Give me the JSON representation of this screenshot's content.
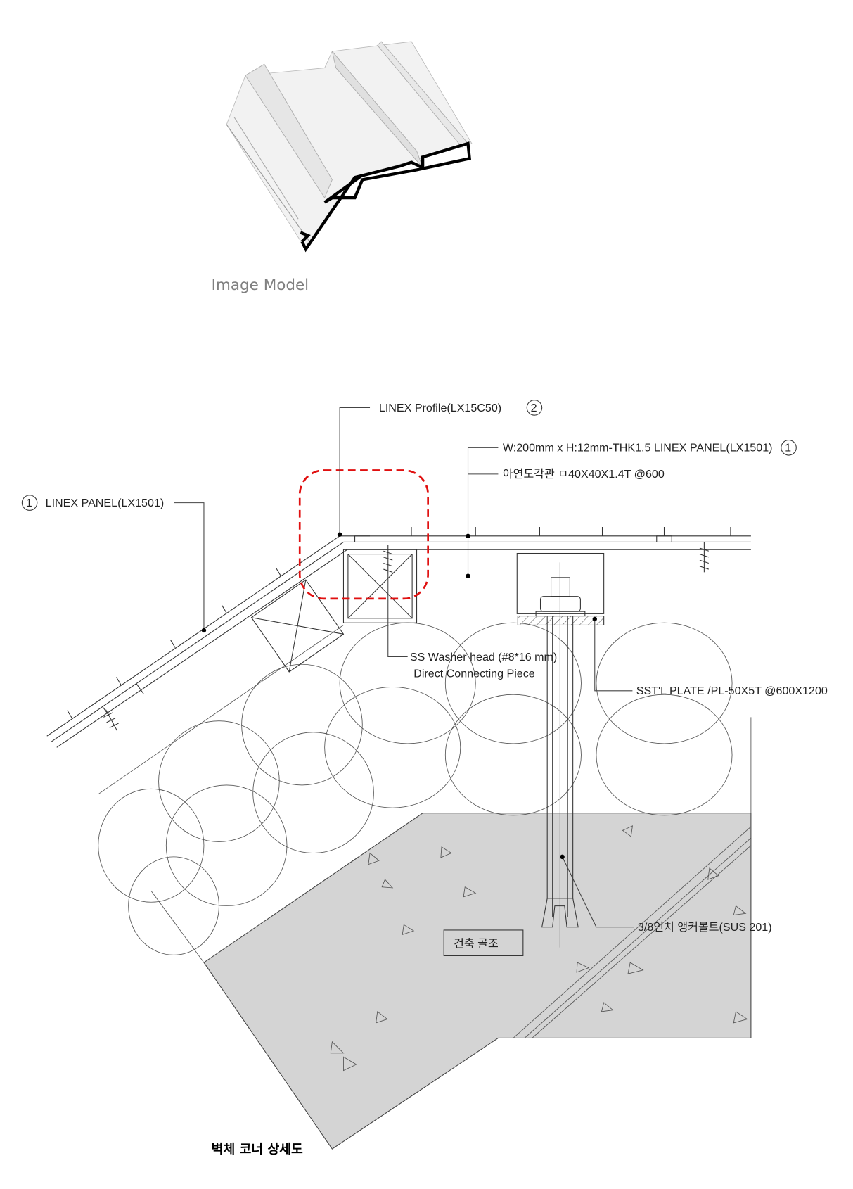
{
  "model_image": {
    "caption": "Image Model"
  },
  "labels": {
    "profile": "LINEX Profile(LX15C50)",
    "profile_num": "2",
    "panel_spec": "W:200mm x H:12mm-THK1.5 LINEX PANEL(LX1501)",
    "panel_spec_num": "1",
    "tube": "아연도각관 ㅁ40X40X1.4T @600",
    "left_panel": "LINEX PANEL(LX1501)",
    "left_panel_num": "1",
    "washer_line1": "SS Washer head (#8*16 mm)",
    "washer_line2": "Direct Connecting Piece",
    "plate": "SST'L PLATE /PL-50X5T @600X1200",
    "anchor": "3/8인치 앵커볼트(SUS 201)",
    "structure": "건축 골조"
  },
  "title": "벽체 코너 상세도",
  "colors": {
    "highlight": "#e01010",
    "concrete": "#d4d4d4"
  }
}
